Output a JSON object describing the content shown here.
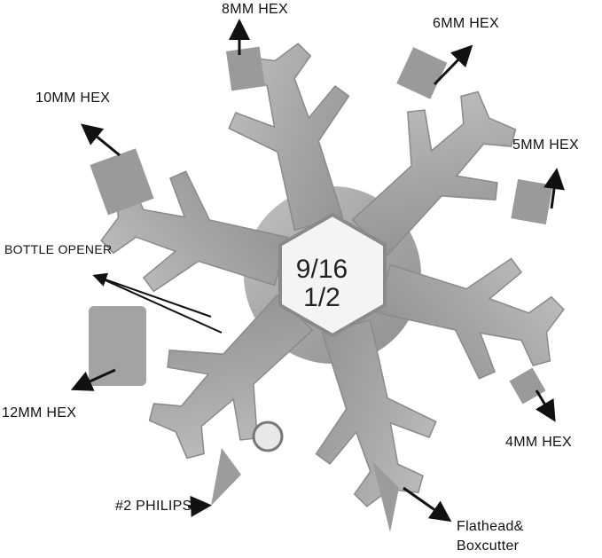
{
  "colors": {
    "metal": "#a9a9a9",
    "metal_dark": "#8a8a8a",
    "hole": "#f4f4f4",
    "arrow": "#111111"
  },
  "center": {
    "line1": "9/16",
    "line2": "1/2"
  },
  "labels": {
    "hex8": "8MM HEX",
    "hex6": "6MM HEX",
    "hex10": "10MM HEX",
    "hex5": "5MM HEX",
    "bottle": "BOTTLE OPENER",
    "hex12": "12MM HEX",
    "hex4": "4MM HEX",
    "philips": "#2 PHILIPS",
    "flathead1": "Flathead&",
    "flathead2": "Boxcutter"
  }
}
